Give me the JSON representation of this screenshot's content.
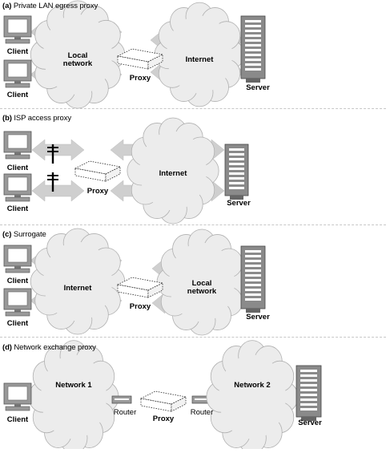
{
  "panels": [
    {
      "id": "a",
      "letter": "(a)",
      "title": "Private LAN egress proxy",
      "labels": {
        "client1": "Client",
        "client2": "Client",
        "cloud1": "Local\nnetwork",
        "proxy": "Proxy",
        "cloud2": "Internet",
        "server": "Server"
      }
    },
    {
      "id": "b",
      "letter": "(b)",
      "title": "ISP access proxy",
      "labels": {
        "client1": "Client",
        "client2": "Client",
        "proxy": "Proxy",
        "cloud2": "Internet",
        "server": "Server"
      }
    },
    {
      "id": "c",
      "letter": "(c)",
      "title": "Surrogate",
      "labels": {
        "client1": "Client",
        "client2": "Client",
        "cloud1": "Internet",
        "proxy": "Proxy",
        "cloud2": "Local\nnetwork",
        "server": "Server"
      }
    },
    {
      "id": "d",
      "letter": "(d)",
      "title": "Network exchange proxy",
      "labels": {
        "client": "Client",
        "cloud1": "Network 1",
        "router1": "Router",
        "proxy": "Proxy",
        "router2": "Router",
        "cloud2": "Network 2",
        "server": "Server"
      }
    }
  ],
  "colors": {
    "arrow": "#cfcfcf",
    "cloud_fill": "#ececec",
    "cloud_stroke": "#b0b0b0",
    "device_fill": "#999999",
    "server_fill": "#8a8a8a"
  }
}
